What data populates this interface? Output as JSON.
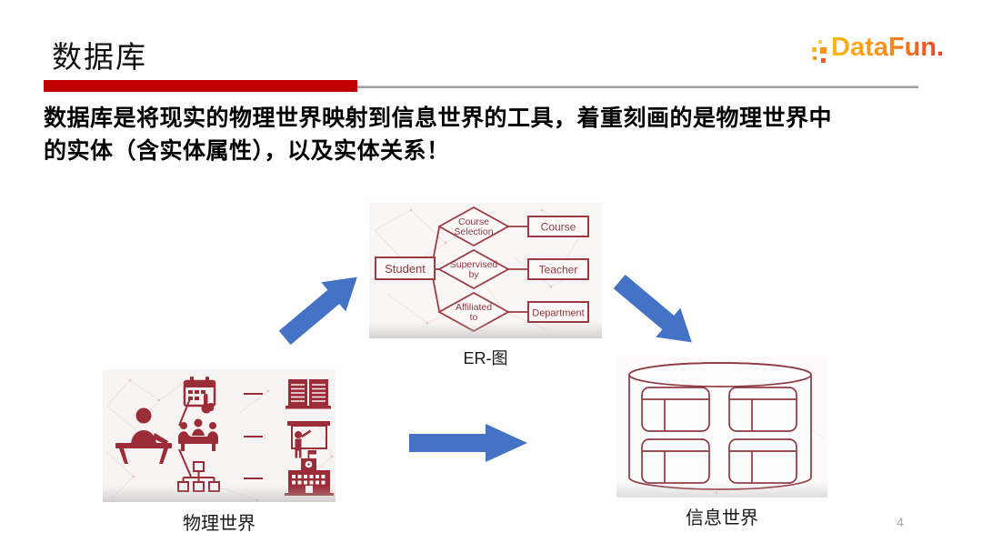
{
  "page": {
    "title": "数据库",
    "body": {
      "line1": "数据库是将现实的物理世界映射到信息世界的工具，着重刻画的是物理世界中",
      "line2": "的实体（含实体属性），以及实体关系！"
    },
    "page_number": "4"
  },
  "logo": {
    "text": "DataFun."
  },
  "diagram": {
    "er": {
      "label": "ER-图",
      "student": "Student",
      "relations": [
        {
          "line1": "Course",
          "line2": "Selection",
          "entity": "Course"
        },
        {
          "line1": "Supervised",
          "line2": "by",
          "entity": "Teacher"
        },
        {
          "line1": "Affiliated",
          "line2": "to",
          "entity": "Department"
        }
      ]
    },
    "physical": {
      "label": "物理世界"
    },
    "information": {
      "label": "信息世界"
    }
  },
  "colors": {
    "accent_red": "#C00000",
    "divider_gray": "#9e9e9e",
    "diagram_red": "#9B2D38",
    "diagram_stroke": "#9A3B44",
    "diagram_text": "#8F3842",
    "arrow_blue": "#4472C4",
    "logo_yellow": "#FDB813",
    "logo_orange": "#F7941E",
    "logo_red": "#EF3E23",
    "page_number_gray": "#A6A6A6"
  }
}
